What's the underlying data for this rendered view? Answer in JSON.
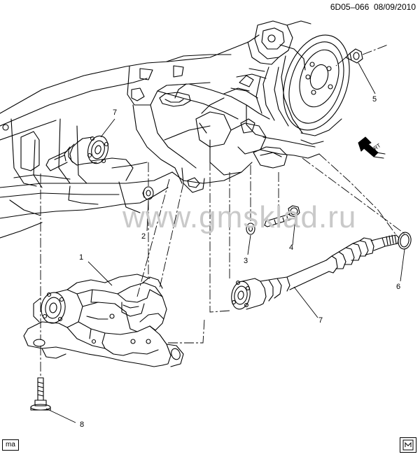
{
  "header": {
    "drawing_id": "6D05–066",
    "date": "08/09/2010"
  },
  "watermark": "www.gmsklad.ru",
  "corner_tag": "ma",
  "front_label": "FRT",
  "callouts": [
    {
      "number": "1"
    },
    {
      "number": "2"
    },
    {
      "number": "3"
    },
    {
      "number": "4"
    },
    {
      "number": "5"
    },
    {
      "number": "6"
    },
    {
      "number": "7"
    },
    {
      "number": "7"
    },
    {
      "number": "8"
    }
  ]
}
